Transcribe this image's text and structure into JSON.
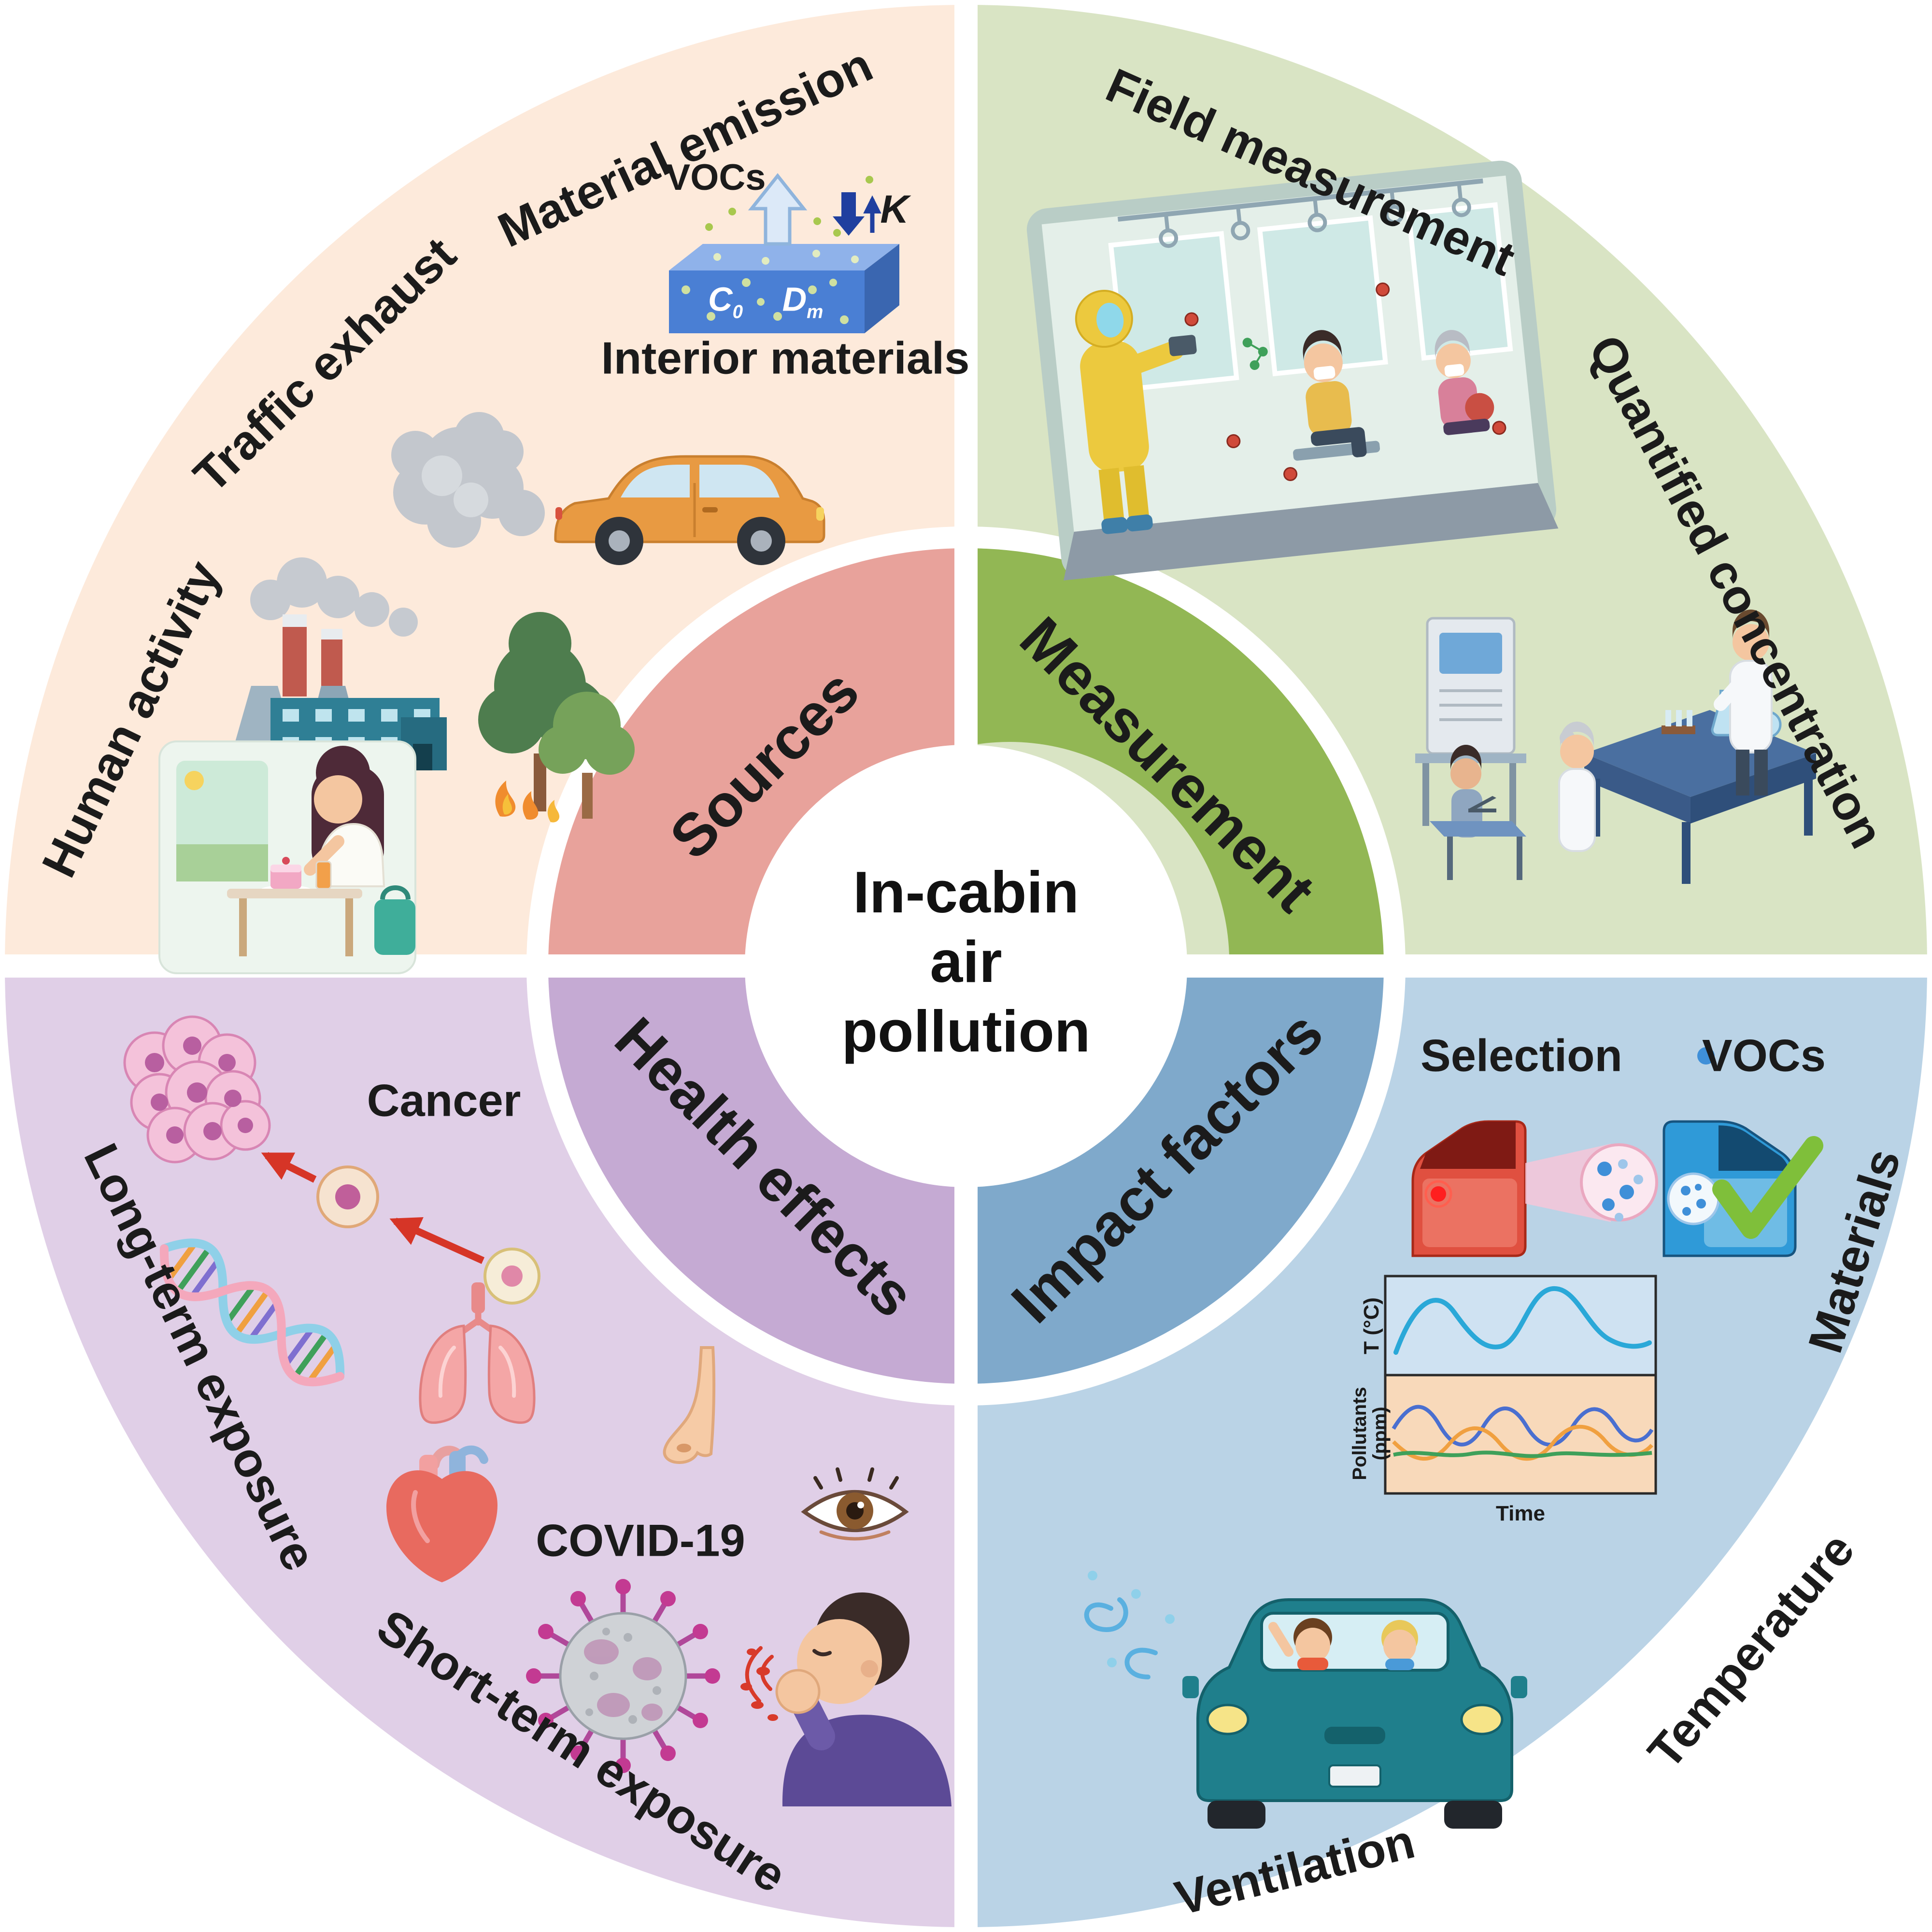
{
  "center_title": {
    "line1": "In-cabin",
    "line2": "air",
    "line3": "pollution"
  },
  "quadrants": {
    "sources": {
      "band": "Sources",
      "labels": {
        "human_activity": "Human activity",
        "traffic_exhaust": "Traffic exhaust",
        "material_emission": "Material emission",
        "vocs": "VOCs",
        "k": "K",
        "c_base": "C",
        "c_sub": "0",
        "d_base": "D",
        "d_sub": "m",
        "interior_materials": "Interior materials"
      }
    },
    "measurement": {
      "band": "Measurement",
      "labels": {
        "field_measurement": "Field measurement",
        "quantified_concentration": "Quantified concentration"
      }
    },
    "health_effects": {
      "band": "Health effects",
      "labels": {
        "long_term": "Long-term exposure",
        "short_term": "Short-term exposure",
        "cancer": "Cancer",
        "covid": "COVID-19"
      }
    },
    "impact_factors": {
      "band": "Impact factors",
      "labels": {
        "selection": "Selection",
        "vocs": "VOCs",
        "materials": "Materials",
        "temperature": "Temperature",
        "ventilation": "Ventilation",
        "chart_y1": "T (°C)",
        "chart_y2a": "Pollutants",
        "chart_y2b": "(ppm)",
        "chart_x": "Time"
      }
    }
  },
  "illustrations": {
    "sources": [
      "material-emission-box",
      "voc-up-arrow",
      "k-exchange-arrows",
      "car-with-exhaust",
      "factory-smoke",
      "trees-wildfire",
      "person-dining-scene"
    ],
    "measurement": [
      "subway-cabin-sampling",
      "laboratory-analysis"
    ],
    "health_effects": [
      "cancer-cell-cluster",
      "dividing-cells-arrows",
      "dna-helix",
      "lungs",
      "nose",
      "heart",
      "eye",
      "coronavirus",
      "coughing-person"
    ],
    "impact_factors": [
      "red-door-voc-leak",
      "blue-door-check",
      "vocs-dot",
      "temperature-pollutant-chart",
      "ventilated-car"
    ]
  },
  "colors": {
    "sources_bg": "#fdeadb",
    "sources_band": "#e8a29b",
    "measurement_bg": "#d9e4c4",
    "measurement_band": "#92b754",
    "health_bg": "#e0cfe7",
    "health_band": "#c5aad3",
    "impact_bg": "#bad3e6",
    "impact_band": "#7fa9cb",
    "center_bg": "#ffffff",
    "text": "#1b1b1b"
  }
}
